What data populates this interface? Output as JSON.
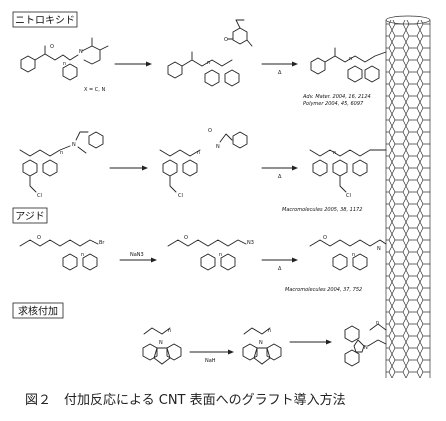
{
  "sections": [
    {
      "label": "ニトロキシド",
      "substituent": "X = C, N",
      "refs": [
        "Adv. Mater. 2004, 16, 2124",
        "Polymer 2004, 45, 6097"
      ],
      "delta": "Δ"
    },
    {
      "label": "",
      "atoms": [
        "Cl",
        "Cl",
        "Cl"
      ],
      "ref": "Macromolecules 2005, 38, 1172",
      "delta": "Δ"
    },
    {
      "label": "アジド",
      "atoms": [
        "Br",
        "N",
        "N3"
      ],
      "reagent": "NaN3",
      "ref": "Macromolecules 2004, 37, 752",
      "delta": "Δ"
    },
    {
      "label": "求核付加",
      "atoms": [
        "N",
        "N",
        "N",
        "n",
        "n",
        "n"
      ],
      "reagent": "NaH"
    }
  ],
  "common_atoms": {
    "O": "O",
    "n": "n",
    "N": "N"
  },
  "caption": "図２　付加反応による CNT 表面へのグラフト導入方法"
}
